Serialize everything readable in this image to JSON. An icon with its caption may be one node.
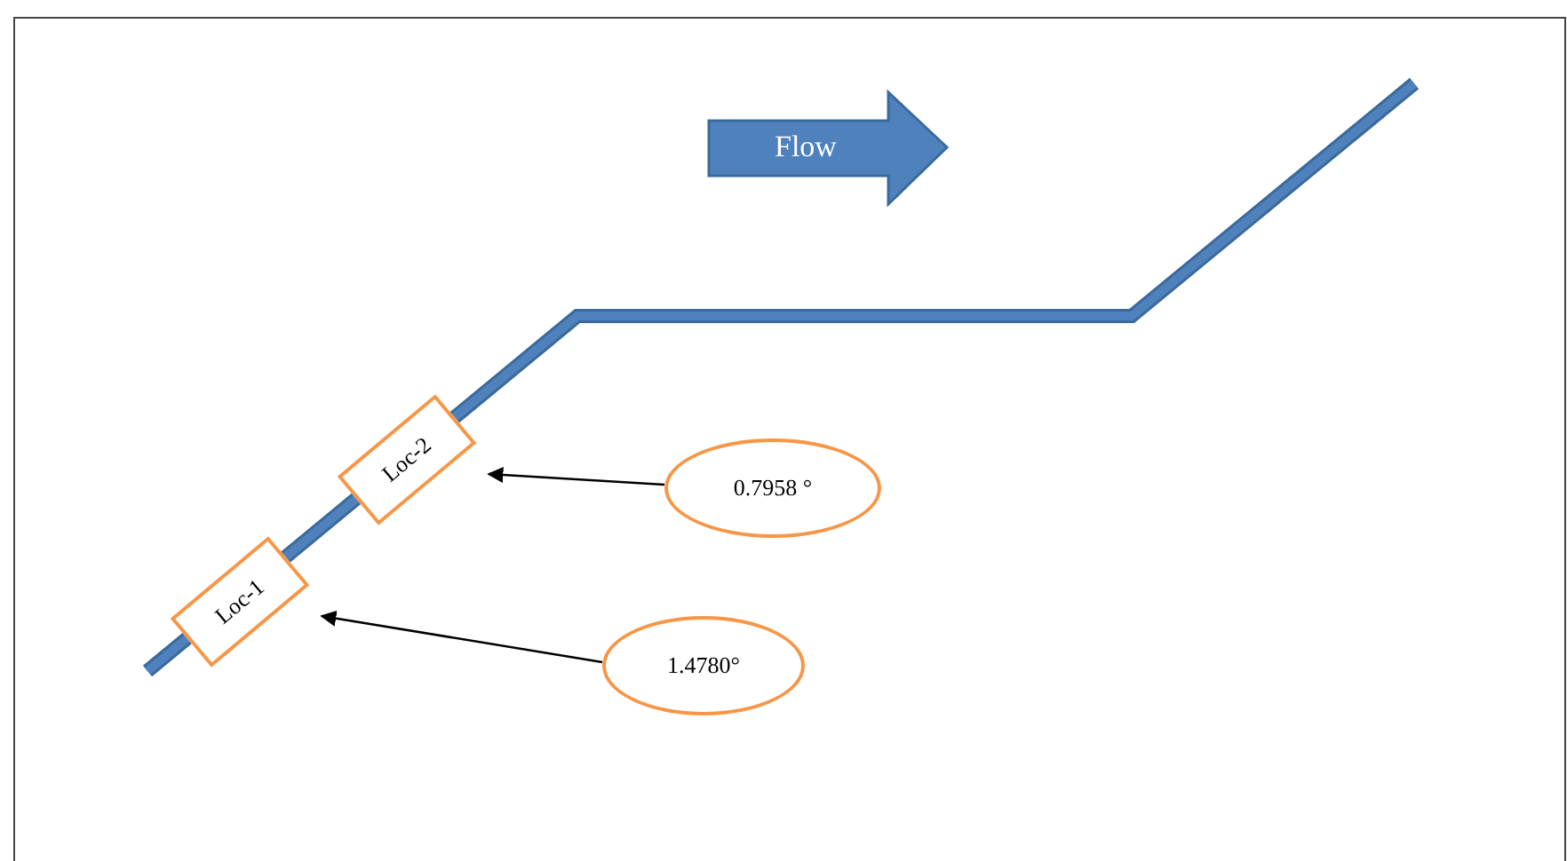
{
  "diagram": {
    "nodes": [
      {
        "text": [
          "Loc-2"
        ]
      },
      {
        "text": [
          "0.7958 °"
        ]
      },
      {
        "text": [
          "Loc-1"
        ]
      },
      {
        "text": [
          "1.4780°"
        ]
      }
    ],
    "edges": [
      {
        "from": 1,
        "to": 0,
        "arrow": "to"
      },
      {
        "from": 3,
        "to": 2,
        "arrow": "to"
      }
    ],
    "labels": [
      "Flow"
    ]
  }
}
